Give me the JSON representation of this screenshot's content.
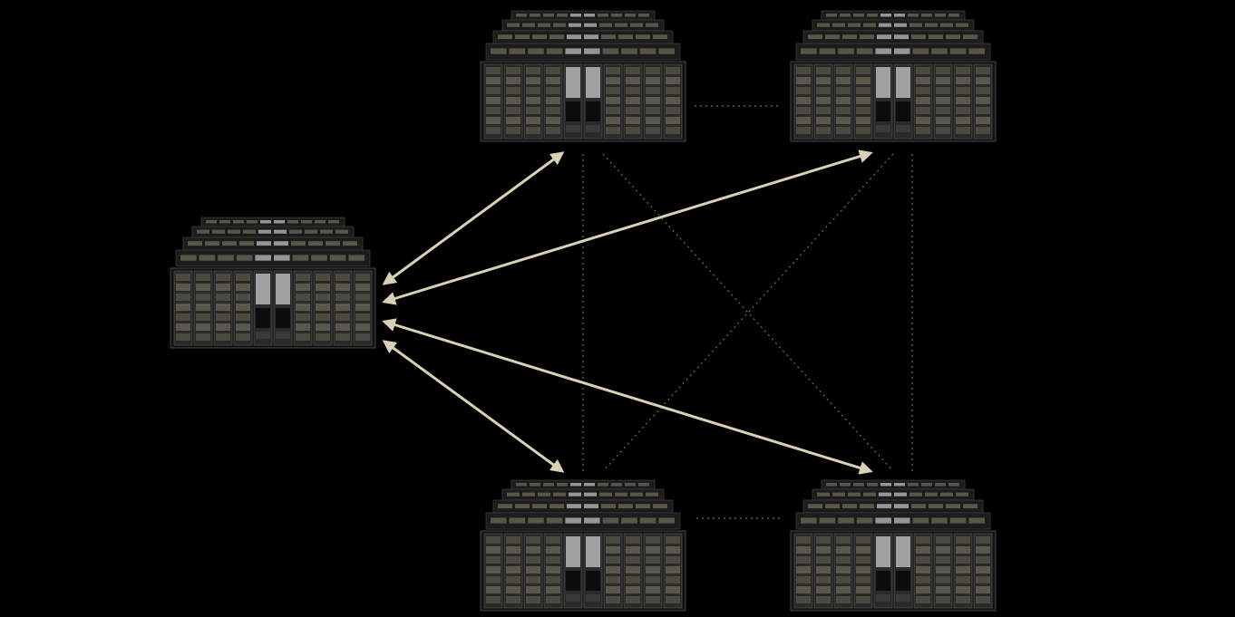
{
  "diagram": {
    "background": "#000000",
    "link_color": "#d9d0b8",
    "dotted_color": "#6e6e6e",
    "rack_body_color": "#2a2a2a",
    "rack_accent_color": "#8a866e",
    "rack_highlight_color": "#c9c9c9",
    "nodes": [
      {
        "id": "hub",
        "icon": "server-cluster-icon"
      },
      {
        "id": "top-left",
        "icon": "server-cluster-icon"
      },
      {
        "id": "top-right",
        "icon": "server-cluster-icon"
      },
      {
        "id": "bottom-left",
        "icon": "server-cluster-icon"
      },
      {
        "id": "bottom-right",
        "icon": "server-cluster-icon"
      }
    ],
    "links": [
      {
        "from": "hub",
        "to": "top-left",
        "style": "solid-double-arrow"
      },
      {
        "from": "hub",
        "to": "top-right",
        "style": "solid-double-arrow"
      },
      {
        "from": "hub",
        "to": "bottom-left",
        "style": "solid-double-arrow"
      },
      {
        "from": "hub",
        "to": "bottom-right",
        "style": "solid-double-arrow"
      },
      {
        "from": "top-left",
        "to": "top-right",
        "style": "dotted"
      },
      {
        "from": "bottom-left",
        "to": "bottom-right",
        "style": "dotted"
      },
      {
        "from": "top-left",
        "to": "bottom-left",
        "style": "dotted"
      },
      {
        "from": "top-right",
        "to": "bottom-right",
        "style": "dotted"
      },
      {
        "from": "top-left",
        "to": "bottom-right",
        "style": "dotted"
      },
      {
        "from": "top-right",
        "to": "bottom-left",
        "style": "dotted"
      }
    ]
  }
}
